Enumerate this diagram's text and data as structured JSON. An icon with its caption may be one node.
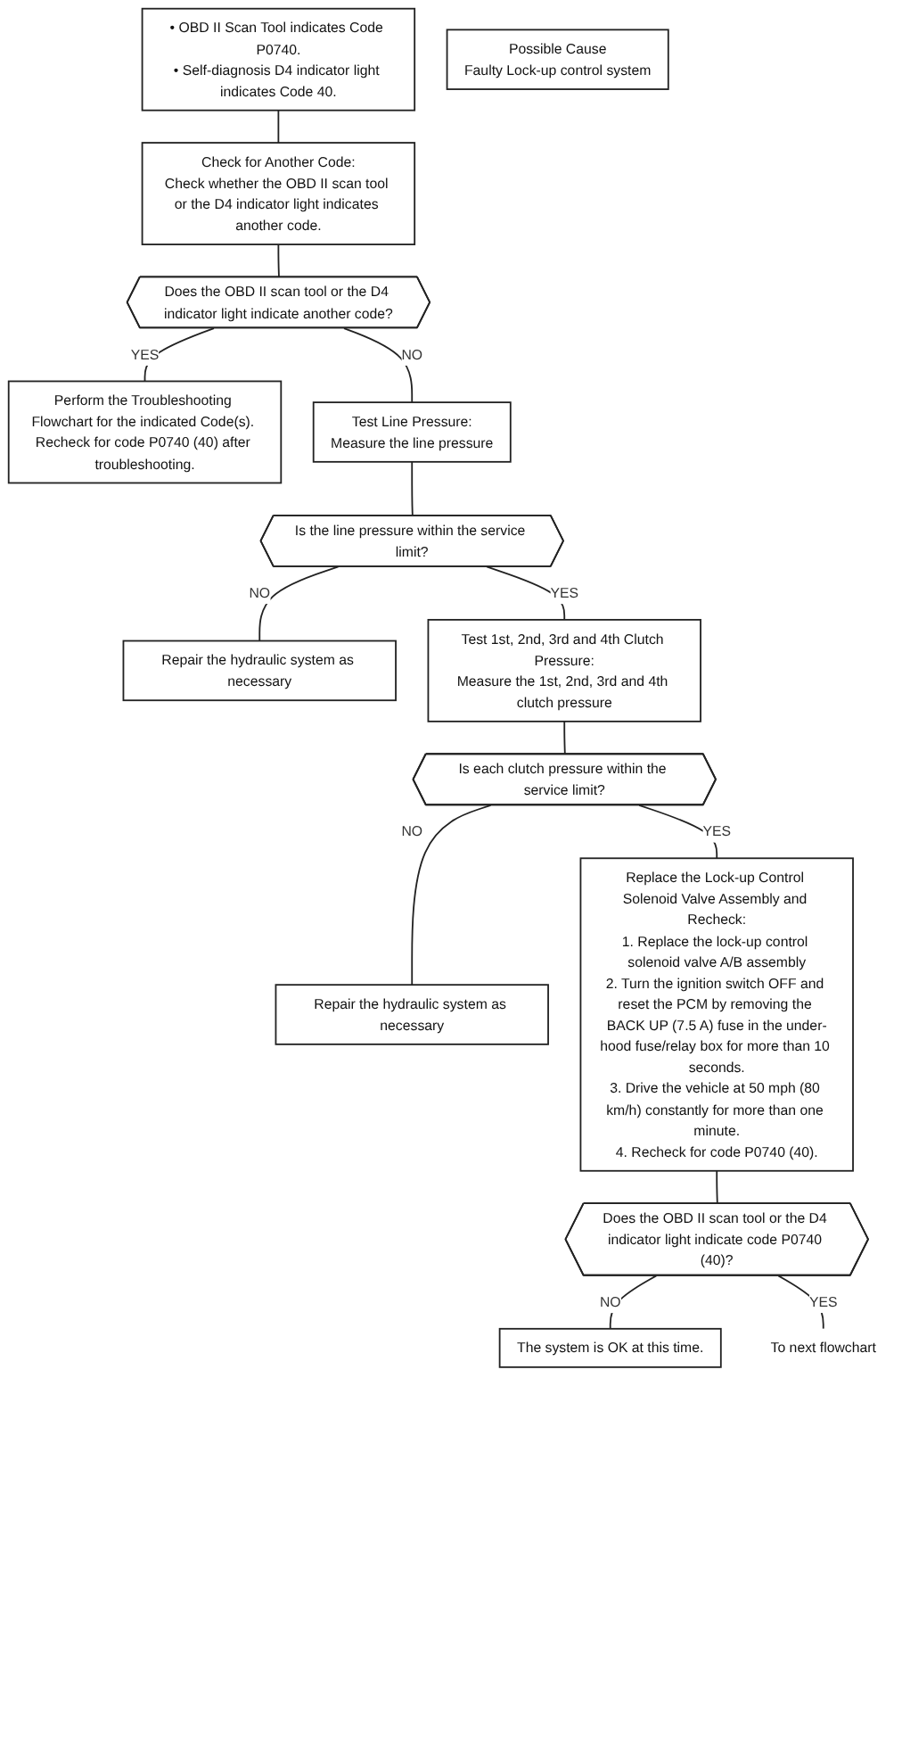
{
  "diagram": {
    "nodes": [
      {
        "text": [
          "• OBD II Scan Tool indicates Code P0740.",
          "• Self-diagnosis D4 indicator light indicates Code 40."
        ]
      },
      {
        "text": [
          "Possible Cause",
          "Faulty Lock-up control system"
        ]
      },
      {
        "text": [
          "Check for Another Code:",
          "Check whether the OBD II scan tool or the D4 indicator light indicates another code."
        ]
      },
      {
        "text": [
          "Does the OBD II scan tool or the D4 indicator light indicate another code?"
        ]
      },
      {
        "text": [
          "Perform the Troubleshooting Flowchart for the indicated Code(s). Recheck for code P0740 (40) after troubleshooting."
        ]
      },
      {
        "text": [
          "Test Line Pressure:",
          "Measure the line pressure"
        ]
      },
      {
        "text": [
          "Is the line pressure within the service limit?"
        ]
      },
      {
        "text": [
          "Repair the hydraulic system as necessary"
        ]
      },
      {
        "text": [
          "Test 1st, 2nd, 3rd and 4th Clutch Pressure:",
          "Measure the 1st, 2nd, 3rd and 4th clutch pressure"
        ]
      },
      {
        "text": [
          "Is each clutch pressure within the service limit?"
        ]
      },
      {
        "text": [
          "Repair the hydraulic system as necessary"
        ]
      },
      {
        "text": [
          "Replace the Lock-up Control Solenoid Valve Assembly and Recheck:",
          "1. Replace the lock-up control solenoid valve A/B assembly",
          "2. Turn the ignition switch OFF and reset the PCM by removing the BACK UP (7.5 A) fuse in the under-hood fuse/relay box for more than 10 seconds.",
          "3. Drive the vehicle at 50 mph (80 km/h) constantly for more than one minute.",
          "4. Recheck for code P0740 (40)."
        ]
      },
      {
        "text": [
          "Does the OBD II scan tool or the D4 indicator light indicate code P0740 (40)?"
        ]
      },
      {
        "text": [
          "The system is OK at this time."
        ]
      },
      {
        "text": [
          "To next flowchart"
        ]
      }
    ],
    "edges": [
      {
        "from": 0,
        "to": 2,
        "arrow": "none"
      },
      {
        "from": 2,
        "to": 3,
        "arrow": "none"
      },
      {
        "from": 3,
        "to": 4,
        "arrow": "none",
        "label": "YES"
      },
      {
        "from": 3,
        "to": 5,
        "arrow": "none",
        "label": "NO"
      },
      {
        "from": 5,
        "to": 6,
        "arrow": "none"
      },
      {
        "from": 6,
        "to": 7,
        "arrow": "none",
        "label": "NO"
      },
      {
        "from": 6,
        "to": 8,
        "arrow": "none",
        "label": "YES"
      },
      {
        "from": 8,
        "to": 9,
        "arrow": "none"
      },
      {
        "from": 9,
        "to": 10,
        "arrow": "none",
        "label": "NO"
      },
      {
        "from": 9,
        "to": 11,
        "arrow": "none",
        "label": "YES"
      },
      {
        "from": 11,
        "to": 12,
        "arrow": "none"
      },
      {
        "from": 12,
        "to": 13,
        "arrow": "none",
        "label": "NO"
      },
      {
        "from": 12,
        "to": 14,
        "arrow": "none",
        "label": "YES"
      }
    ]
  }
}
